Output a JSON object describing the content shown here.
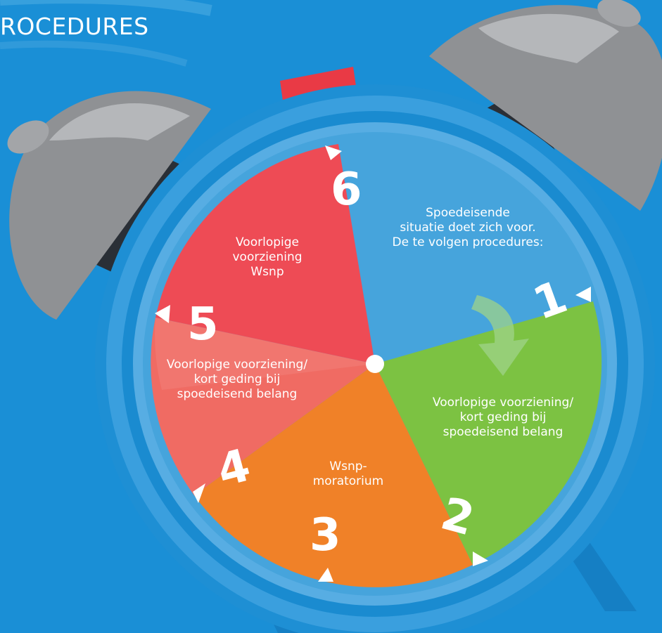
{
  "header": {
    "title": "ROCEDURES"
  },
  "intro": {
    "text": "Spoedeisende\nsituatie doet zich voor.\nDe te volgen procedures:"
  },
  "steps": [
    {
      "number": "1",
      "label": ""
    },
    {
      "number": "2",
      "label": "Voorlopige voorziening/\nkort geding bij\nspoedeisend belang",
      "color": "#7cc242"
    },
    {
      "number": "3",
      "label": "Wsnp-\nmoratorium",
      "color": "#f08128"
    },
    {
      "number": "4",
      "label": "Voorlopige voorziening/\nkort geding bij\nspoedeisend belang",
      "color": "#f06b63"
    },
    {
      "number": "5",
      "label": ""
    },
    {
      "number": "6",
      "label": "Voorlopige\nvoorziening\nWsnp",
      "color": "#ee4b55"
    }
  ],
  "colors": {
    "background": "#1a8fd6",
    "start_segment": "#46a4dc",
    "bell": "#8f9194",
    "button": "#e93a45"
  }
}
